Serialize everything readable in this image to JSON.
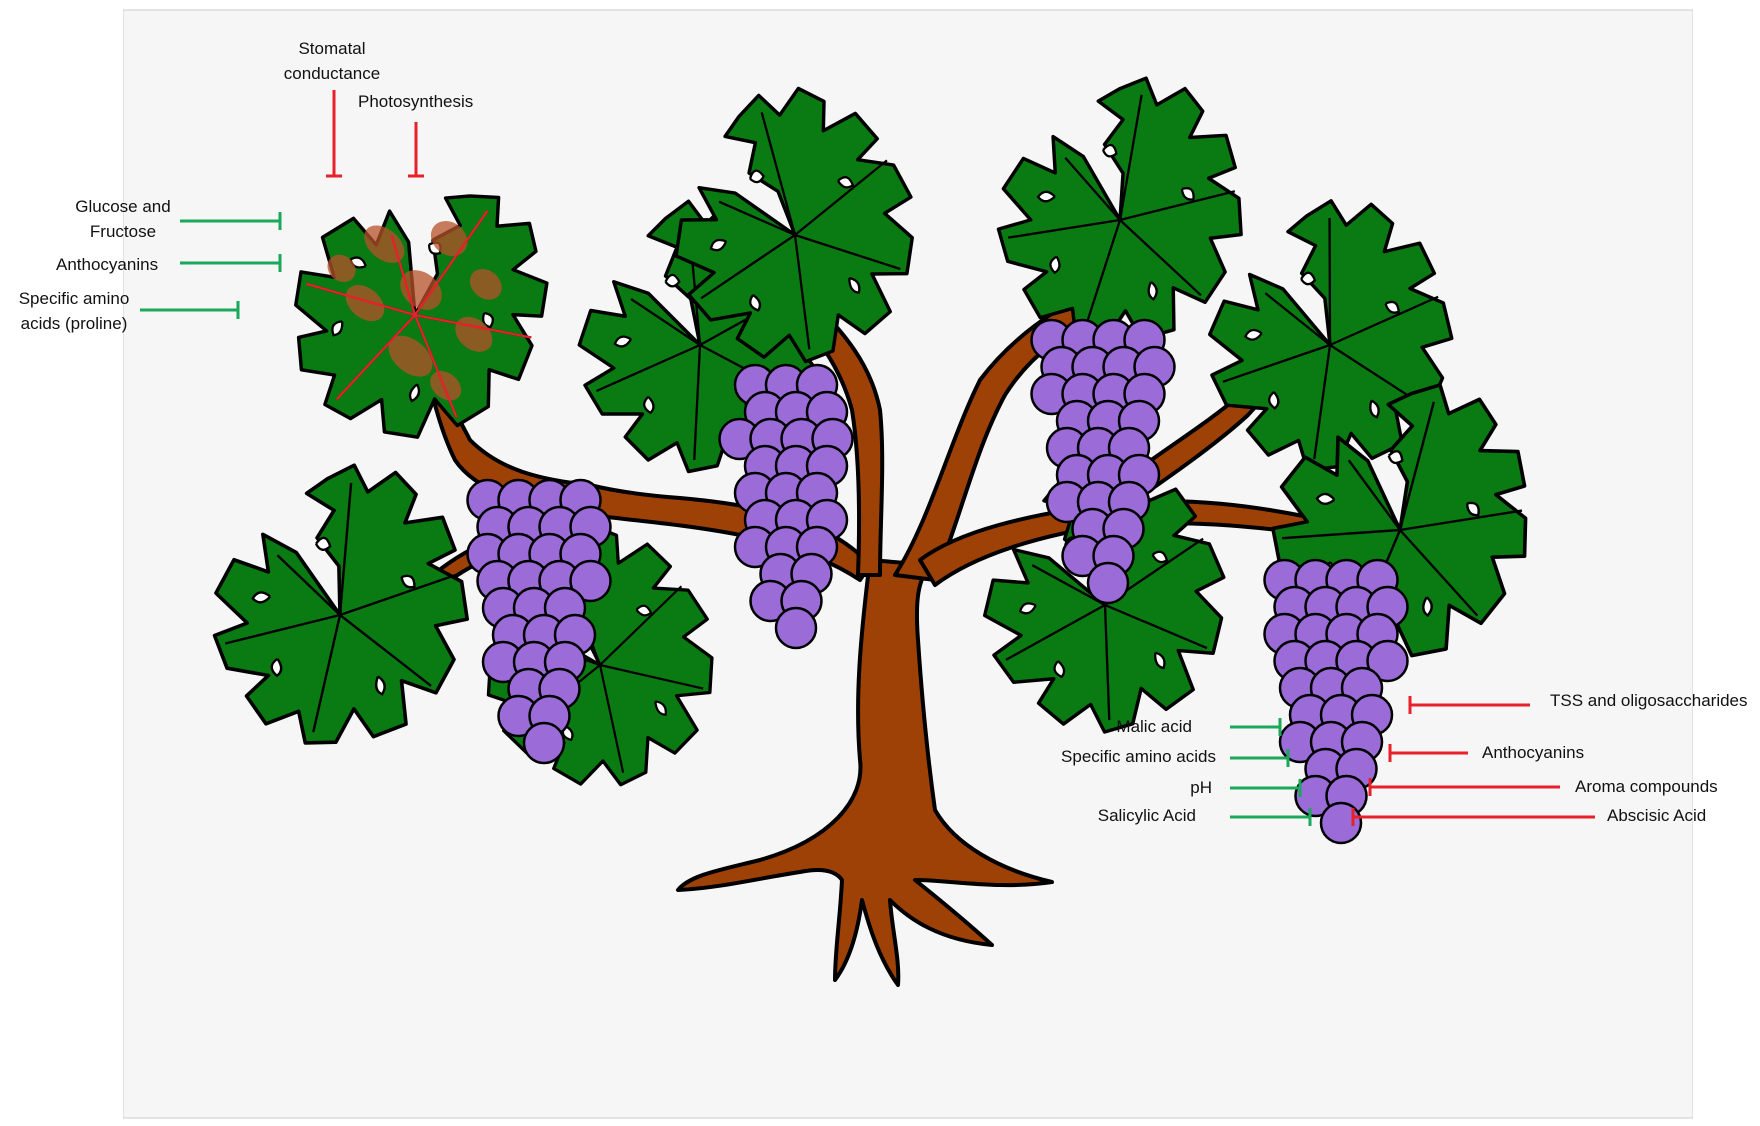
{
  "colors": {
    "background": "#f6f6f6",
    "leaf": "#0a7a12",
    "stressed_leaf_tint": "#b5512a",
    "trunk": "#9e4106",
    "grape": "#9b6cd8",
    "outline": "#000000",
    "increase_arrow": "#e8202a",
    "decrease_arrow": "#1aa85a"
  },
  "icons": {
    "increase_marker": "red-t-bar-icon",
    "decrease_marker": "green-t-bar-icon"
  },
  "leaf_labels": {
    "stomatal_conductance": [
      "Stomatal",
      "conductance"
    ],
    "photosynthesis": "Photosynthesis",
    "glucose_fructose": [
      "Glucose and",
      "Fructose"
    ],
    "anthocyanins": "Anthocyanins",
    "amino_acids_proline": [
      "Specific amino",
      "acids (proline)"
    ]
  },
  "berry_labels_decreased": {
    "malic_acid": "Malic acid",
    "specific_amino_acids": "Specific amino acids",
    "ph": "pH",
    "salicylic_acid": "Salicylic Acid"
  },
  "berry_labels_increased": {
    "tss": "TSS and oligosaccharides",
    "anthocyanins": "Anthocyanins",
    "aroma": "Aroma compounds",
    "abscisic_acid": "Abscisic Acid"
  }
}
